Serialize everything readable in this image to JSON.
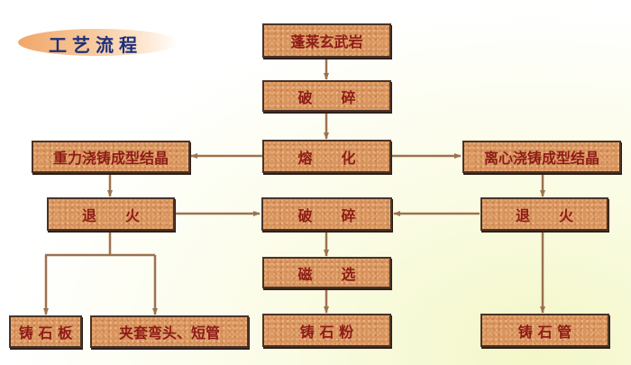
{
  "title": "工艺流程",
  "colors": {
    "box_fill": "#d9945e",
    "box_text": "#8e1b17",
    "box_border": "#4a3326",
    "arrow": "#9c7250",
    "title_text": "#1d2f7a"
  },
  "nodes": {
    "basalt": "蓬莱玄武岩",
    "crush1": "破　　碎",
    "melt": "熔　　化",
    "gravity_cast": "重力浇铸成型结晶",
    "centrifugal_cast": "离心浇铸成型结晶",
    "anneal_left": "退　　火",
    "crush2": "破　　碎",
    "anneal_right": "退　　火",
    "magnetic_sep": "磁　　选",
    "cast_plate": "铸 石 板",
    "elbow_pipe": "夹套弯头、短管",
    "cast_powder": "铸 石 粉",
    "cast_pipe": "铸 石 管"
  },
  "edges": [
    {
      "from": "basalt",
      "to": "crush1"
    },
    {
      "from": "crush1",
      "to": "melt"
    },
    {
      "from": "melt",
      "to": "gravity_cast"
    },
    {
      "from": "melt",
      "to": "centrifugal_cast"
    },
    {
      "from": "gravity_cast",
      "to": "anneal_left"
    },
    {
      "from": "centrifugal_cast",
      "to": "anneal_right"
    },
    {
      "from": "anneal_left",
      "to": "crush2"
    },
    {
      "from": "anneal_right",
      "to": "crush2"
    },
    {
      "from": "anneal_left",
      "to": "cast_plate"
    },
    {
      "from": "anneal_left",
      "to": "elbow_pipe"
    },
    {
      "from": "crush2",
      "to": "magnetic_sep"
    },
    {
      "from": "magnetic_sep",
      "to": "cast_powder"
    },
    {
      "from": "anneal_right",
      "to": "cast_pipe"
    }
  ]
}
